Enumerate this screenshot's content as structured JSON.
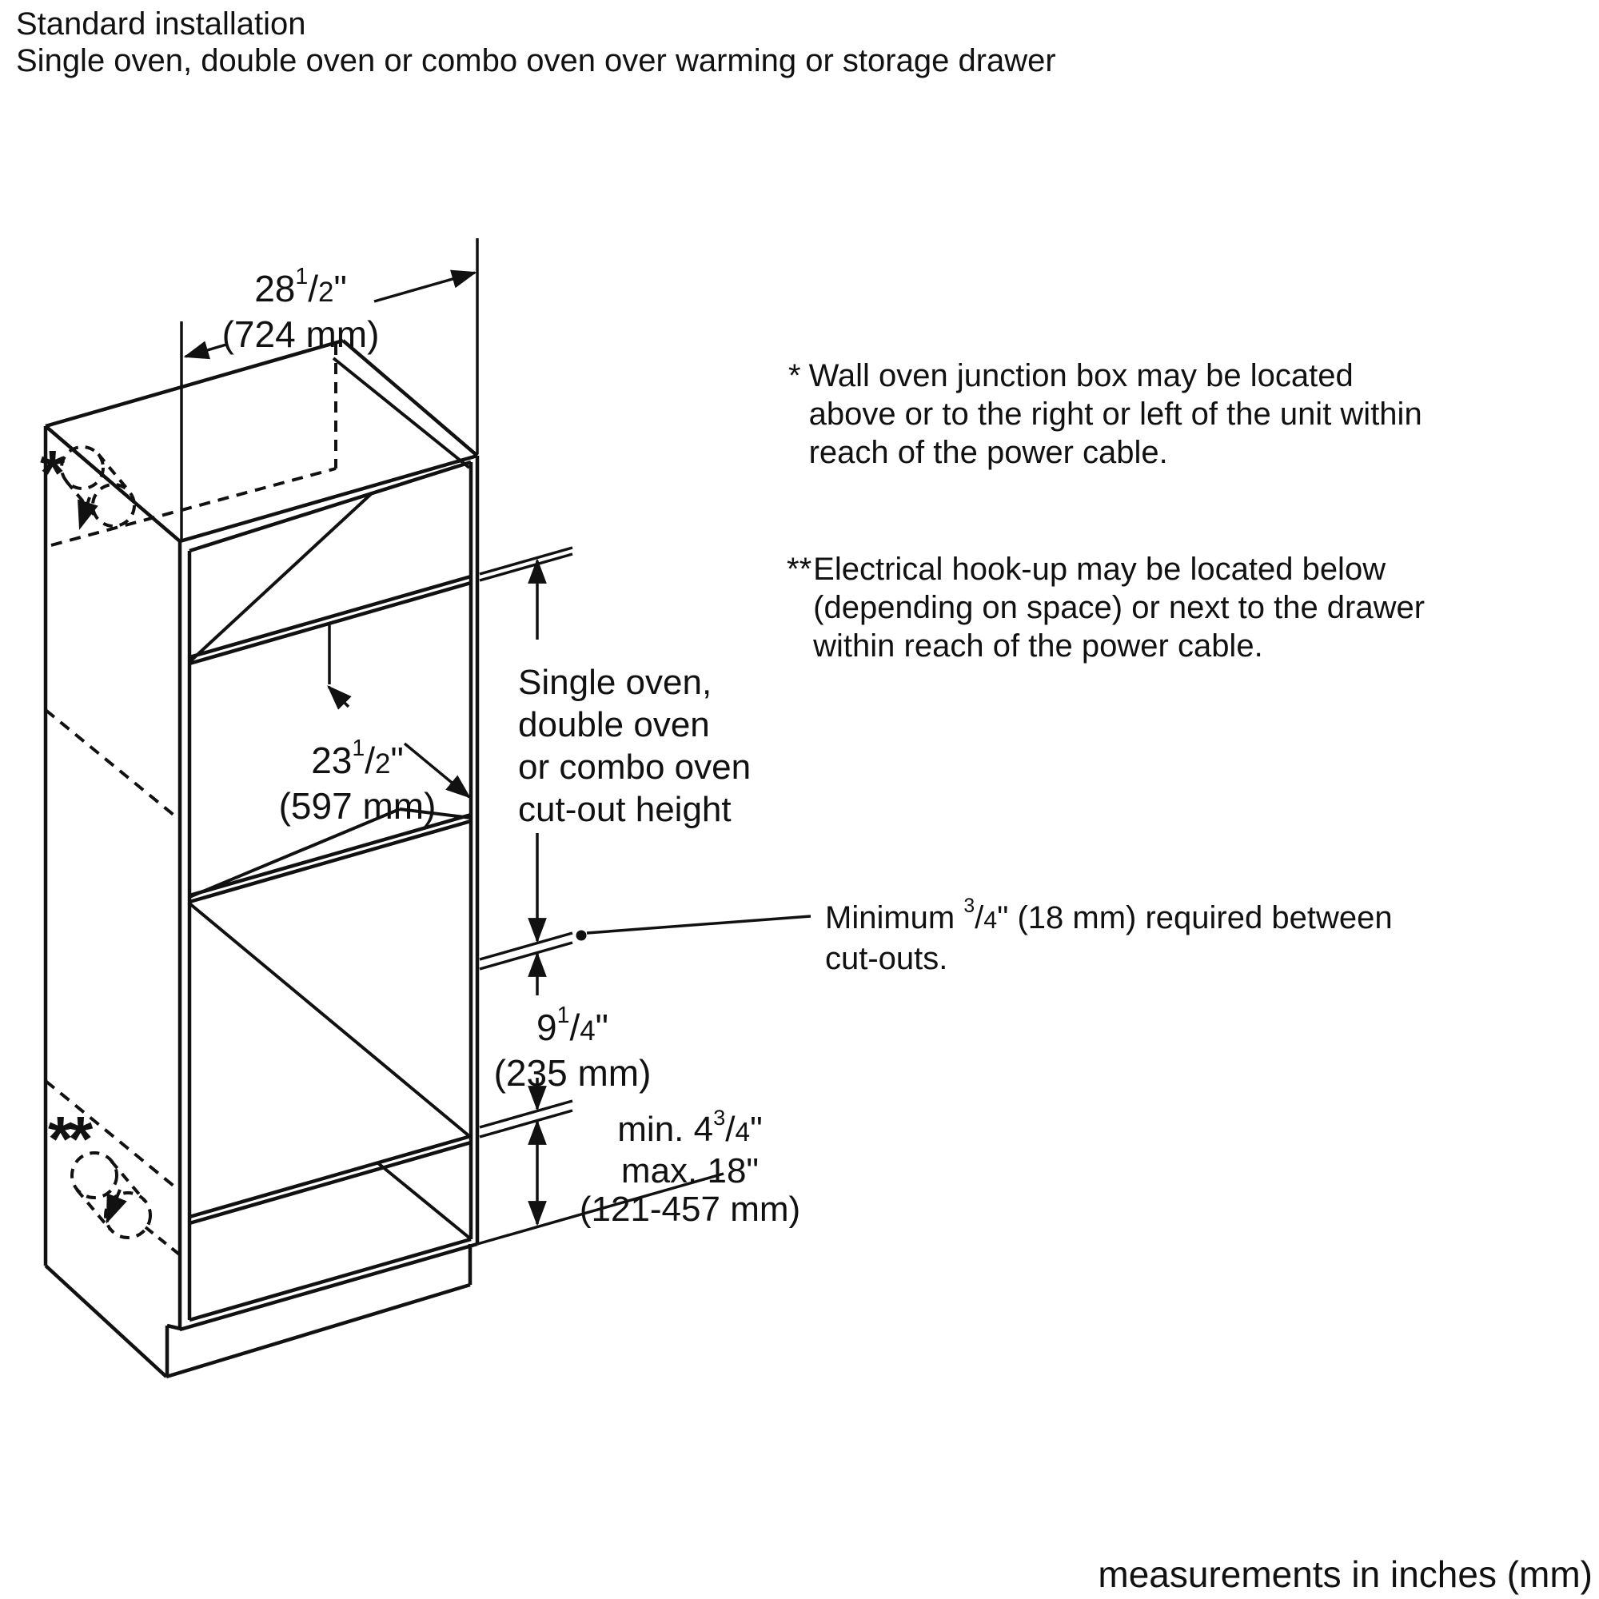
{
  "page": {
    "background": "#ffffff",
    "ink": "#111111"
  },
  "title": {
    "line1": "Standard installation",
    "line2": "Single oven, double oven or combo oven over warming or storage drawer"
  },
  "footnote": "measurements in inches (mm)",
  "drawing_markers": {
    "junction_star": "*",
    "electrical_stars": "**"
  },
  "dims": {
    "width": {
      "pre": "28",
      "num": "1",
      "den": "2",
      "post": "\"",
      "metric": "(724 mm)"
    },
    "oven": {
      "pre": "23",
      "num": "1",
      "den": "2",
      "post": "\"",
      "metric": "(597 mm)"
    },
    "gap": {
      "pre": "9",
      "num": "1",
      "den": "4",
      "post": "\"",
      "metric": "(235 mm)"
    },
    "range": {
      "l1pre": "min. 4",
      "l1num": "3",
      "l1den": "4",
      "l1post": "\"",
      "l2": "max. 18\"",
      "l3": "(121-457 mm)"
    },
    "cutout_label": {
      "l1": "Single oven,",
      "l2": "double oven",
      "l3": "or combo oven",
      "l4": "cut-out height"
    }
  },
  "notes": {
    "junction": {
      "marker": "*",
      "l1": "Wall oven junction box may be located",
      "l2": "above or to the right or left of the unit within",
      "l3": "reach of the power cable."
    },
    "electrical": {
      "marker": "**",
      "l1": "Electrical hook-up may be located below",
      "l2": "(depending on space) or next to the drawer",
      "l3": "within reach of the power cable."
    },
    "between": {
      "pre": "Minimum ",
      "num": "3",
      "den": "4",
      "post": "\" (18 mm) required between",
      "l2": "cut-outs."
    }
  }
}
